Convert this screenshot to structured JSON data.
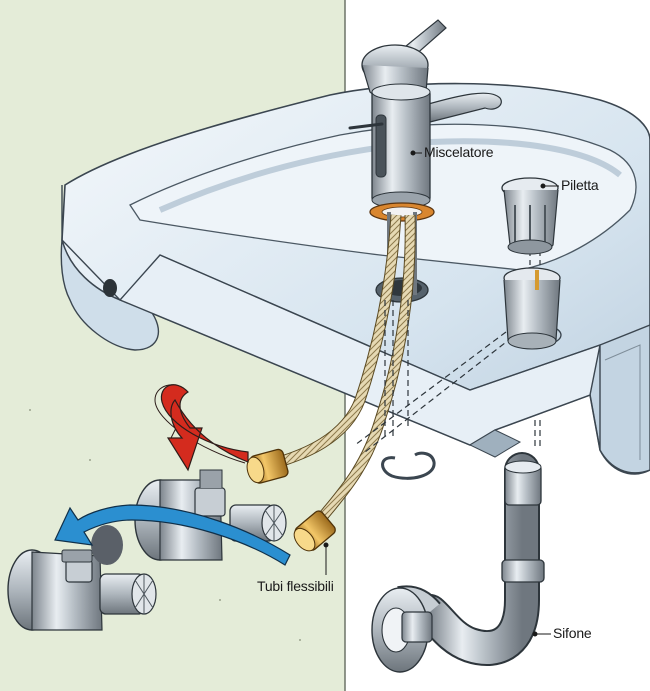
{
  "labels": {
    "miscelatore": "Miscelatore",
    "piletta": "Piletta",
    "tubi_flessibili": "Tubi flessibili",
    "sifone": "Sifone"
  },
  "colors": {
    "wall_background": "#e4ecd8",
    "sink_ceramic": "#dfeaf4",
    "chrome": "#b9c0c7",
    "brass_fitting": "#d49a2e",
    "arrow_red": "#d42b1e",
    "arrow_blue": "#2b8fd0",
    "braided_hose": "#d8c9a0"
  },
  "icons": {
    "arrow_red": "curved-arrow-icon",
    "arrow_blue": "curved-arrow-icon"
  }
}
